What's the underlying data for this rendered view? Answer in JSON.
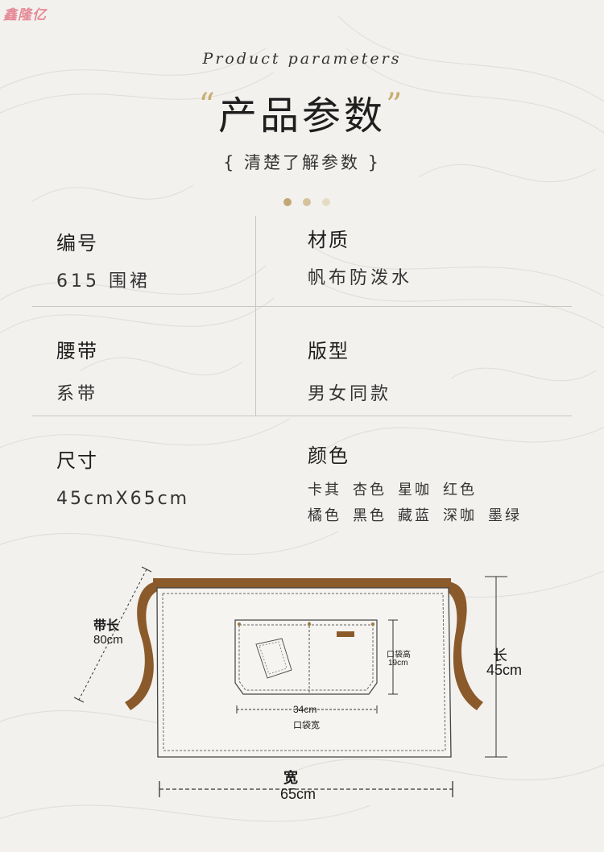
{
  "watermark": "鑫隆亿",
  "header": {
    "subtitle_en": "Product parameters",
    "title_open_quote": "“",
    "title": "产品参数",
    "title_close_quote": "”",
    "subtitle_cn": "{ 清楚了解参数 }",
    "dot_colors": [
      "#c3a774",
      "#d6c29a",
      "#e6dcc4"
    ]
  },
  "params": {
    "number": {
      "label": "编号",
      "value": "615 围裙"
    },
    "material": {
      "label": "材质",
      "value": "帆布防泼水"
    },
    "waistband": {
      "label": "腰带",
      "value": "系带"
    },
    "fit": {
      "label": "版型",
      "value": "男女同款"
    },
    "size": {
      "label": "尺寸",
      "value": "45cmX65cm"
    },
    "color": {
      "label": "颜色",
      "options_row1": [
        "卡其",
        "杏色",
        "星咖",
        "红色"
      ],
      "options_row2": [
        "橘色",
        "黑色",
        "藏蓝",
        "深咖",
        "墨绿"
      ]
    }
  },
  "diagram": {
    "strap_color": "#8b5a2b",
    "strap_label": "带长",
    "strap_value": "80cm",
    "length_label": "长",
    "length_value": "45cm",
    "pocket_height_label": "口袋高",
    "pocket_height_value": "19cm",
    "pocket_width_value": "34cm",
    "pocket_width_label": "口袋宽",
    "width_label": "宽",
    "width_value": "65cm"
  }
}
